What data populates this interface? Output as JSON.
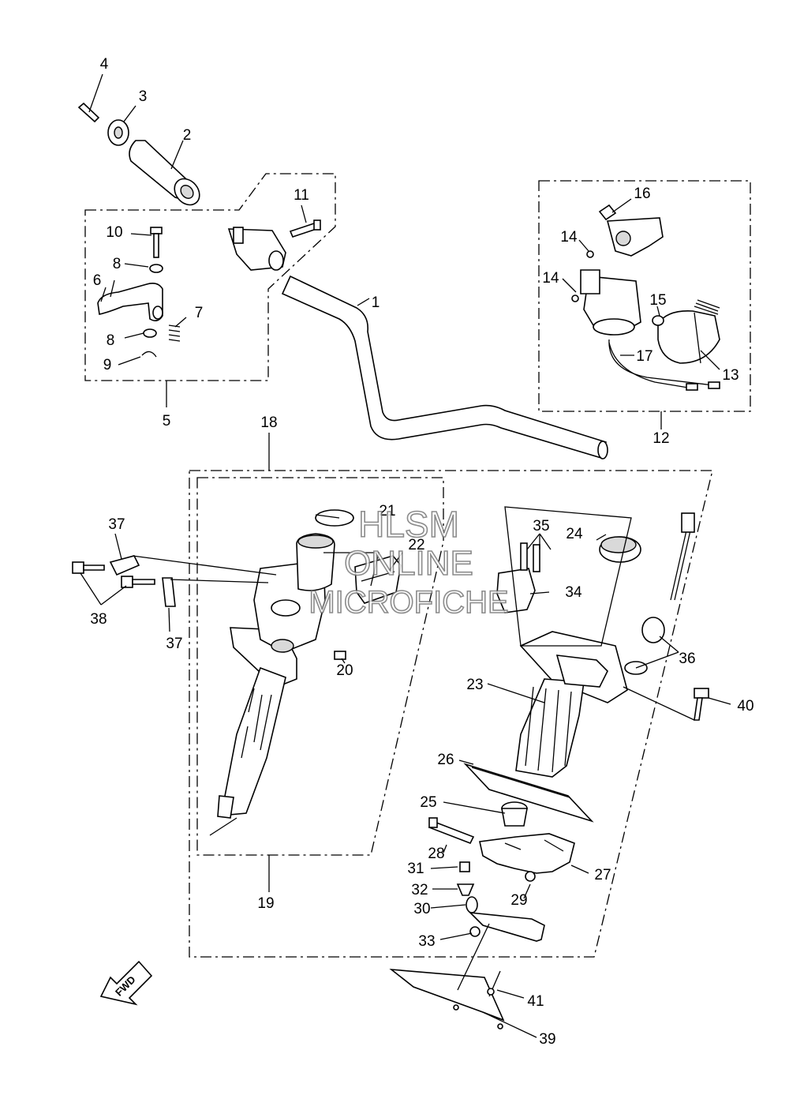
{
  "callouts": [
    "1",
    "2",
    "3",
    "4",
    "5",
    "6",
    "7",
    "8",
    "8",
    "9",
    "10",
    "11",
    "12",
    "13",
    "14",
    "14",
    "15",
    "16",
    "17",
    "18",
    "19",
    "20",
    "21",
    "22",
    "23",
    "24",
    "25",
    "26",
    "27",
    "28",
    "29",
    "30",
    "31",
    "32",
    "33",
    "34",
    "35",
    "36",
    "37",
    "37",
    "38",
    "39",
    "40",
    "41"
  ],
  "fwd_label": "FWD",
  "watermark": {
    "line1": "HLSM",
    "line2": "ONLINE",
    "line3": "MICROFICHE"
  }
}
